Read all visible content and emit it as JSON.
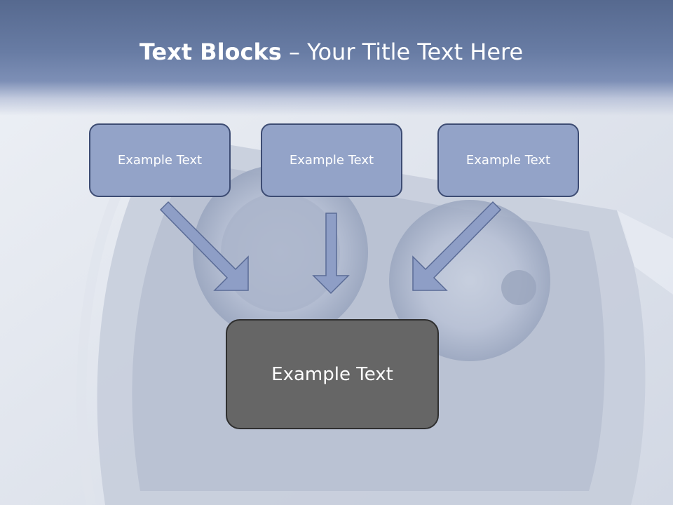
{
  "title": {
    "bold": "Text Blocks",
    "dash": "–",
    "rest": "Your Title Text Here"
  },
  "blocks": [
    {
      "label": "Example Text"
    },
    {
      "label": "Example Text"
    },
    {
      "label": "Example Text"
    }
  ],
  "main_block": {
    "label": "Example Text"
  },
  "colors": {
    "title_band": "#5f729a",
    "block_fill": "#93a3c8",
    "block_border": "#3d4c73",
    "main_fill": "#666666",
    "arrow_fill": "#8e9ec6"
  }
}
